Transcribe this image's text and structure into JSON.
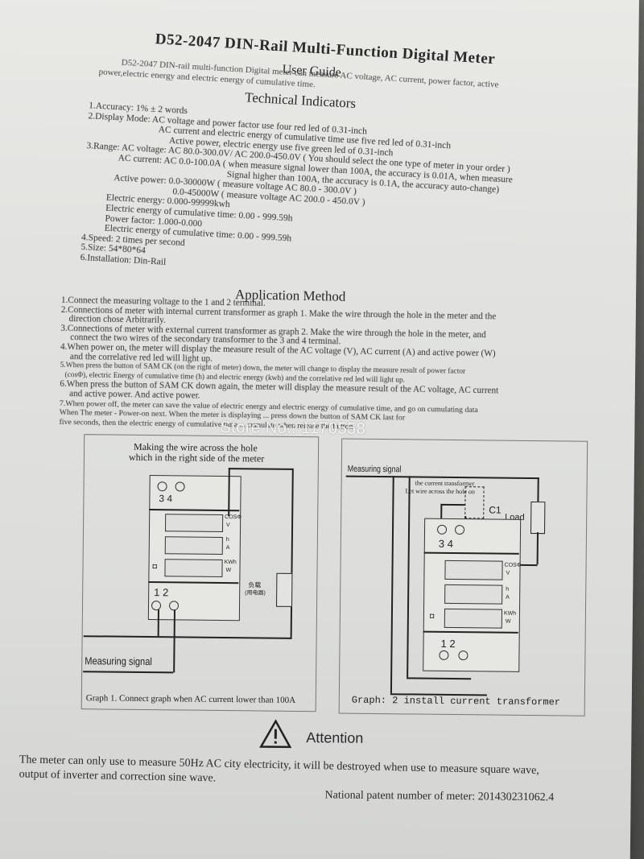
{
  "header": {
    "title": "D52-2047 DIN-Rail Multi-Function Digital Meter",
    "subtitle": "User Guide",
    "intro_1": "D52-2047 DIN-rail multi-function Digital meter can measure AC voltage, AC current, power factor, active",
    "intro_2": "power,electric energy and electric energy of cumulative time."
  },
  "technical": {
    "heading": "Technical Indicators",
    "lines": [
      "1.Accuracy: 1% ± 2 words",
      "2.Display Mode: AC voltage and power factor use four red led of 0.31-inch",
      "AC current and electric energy of cumulative time use five red led of 0.31-inch",
      "Active power, electric energy use five green led of 0.31-inch",
      "3.Range: AC voltage: AC 80.0-300.0V/ AC 200.0-450.0V ( You should select the one type of meter in your order )",
      "AC current: AC 0.0-100.0A ( when measure signal lower than 100A, the accuracy is 0.01A, when measure",
      "Signal higher than 100A, the accuracy is 0.1A, the accuracy auto-change)",
      "Active power: 0.0-30000W ( measure voltage AC 80.0 - 300.0V )",
      "0.0-45000W ( measure voltage AC 200.0 - 450.0V )",
      "Electric energy: 0.000-99999kwh",
      "Electric energy of cumulative time: 0.00 - 999.59h",
      "Power factor: 1.000-0.000",
      "Electric energy of cumulative time: 0.00 - 999.59h",
      "4.Speed: 2 times per second",
      "5.Size: 54*80*64",
      "6.Installation: Din-Rail"
    ]
  },
  "application": {
    "heading": "Application Method",
    "lines": [
      "1.Connect the measuring voltage to the 1 and 2 terminal.",
      "2.Connections of meter with internal current transformer as graph 1. Make the wire through the hole in the meter and the",
      "direction chose Arbitrarily.",
      "3.Connections of meter with external current transformer as graph 2. Make the wire through the hole in the meter, and",
      "connect the two wires of the secondary transformer to the 3 and 4 terminal.",
      "4.When power on, the meter will display the measure result of the AC voltage (V), AC current (A) and active power (W)",
      "and the correlative red led will light up.",
      "5.When press the button of SAM CK (on the right of meter) down, the meter will change to display the measure result of power factor",
      "(cosΦ), electric Energy of cumulative time (h) and electric energy (kwh) and the correlative red led will light up.",
      "6.When press the button of SAM CK down again, the meter will display the measure result of the AC voltage, AC current",
      "and active power. And active power.",
      "7.When power off, the meter can save the value of electric energy and electric energy of cumulative time, and go on cumulating data",
      "When The meter - Power-on next. When the meter is displaying ... press down the button of SAM CK last for",
      "five seconds, then the electric energy of cumulative time ... cumulate when release the button."
    ]
  },
  "watermark": "Store No.: 1170558",
  "graph1": {
    "caption_top_1": "Making the wire across the hole",
    "caption_top_2": "which in the right side of the meter",
    "terminals_top": "3  4",
    "terminals_bottom": "1  2",
    "unit_labels": [
      "COSΦ",
      "V",
      "h",
      "A",
      "KWh",
      "W"
    ],
    "load_label_1": "负载",
    "load_label_2": "(用电器)",
    "signal_label": "Measuring signal",
    "caption": "Graph 1. Connect graph when AC current lower than 100A"
  },
  "graph2": {
    "signal_label": "Measuring signal",
    "transformer_note_1": "the current transformer",
    "transformer_note_2": "Let wire across the hole on",
    "load_label": "Load",
    "ct_label": "C1",
    "terminals_top": "3  4",
    "terminals_bottom": "1  2",
    "unit_labels": [
      "COSΦ",
      "V",
      "h",
      "A",
      "KWh",
      "W"
    ],
    "caption": "Graph: 2 install current transformer"
  },
  "attention": {
    "heading": "Attention",
    "line_1": "The meter can only use to measure 50Hz AC city electricity, it will be destroyed when use to measure square wave,",
    "line_2": "output of inverter and correction sine wave.",
    "patent": "National patent number of meter: 201430231062.4"
  }
}
